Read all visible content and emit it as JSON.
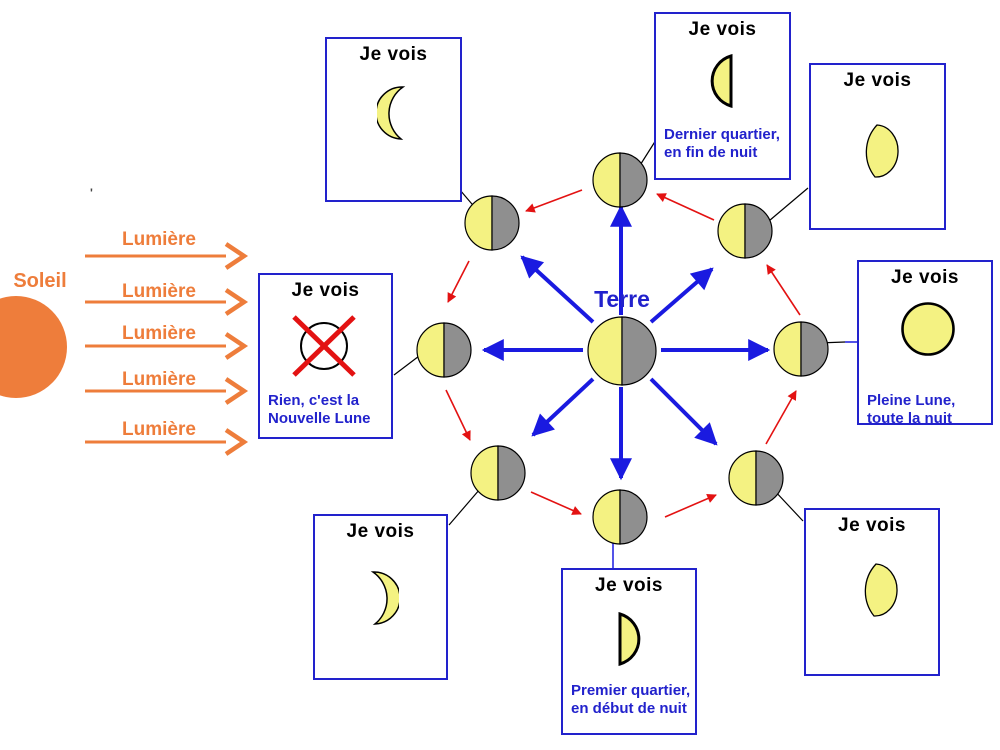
{
  "sun": {
    "label": "Soleil"
  },
  "earth": {
    "label": "Terre"
  },
  "rays": [
    {
      "label": "Lumière"
    },
    {
      "label": "Lumière"
    },
    {
      "label": "Lumière"
    },
    {
      "label": "Lumière"
    },
    {
      "label": "Lumière"
    }
  ],
  "stray_mark": "'",
  "view_boxes": [
    {
      "id": "upper-left",
      "title": "Je vois",
      "phase": "waning-crescent"
    },
    {
      "id": "top",
      "title": "Je vois",
      "phase": "last-quarter",
      "caption_line1": "Dernier quartier,",
      "caption_line2": "en fin de nuit"
    },
    {
      "id": "upper-right",
      "title": "Je vois",
      "phase": "waning-gibbous"
    },
    {
      "id": "right",
      "title": "Je vois",
      "phase": "full-moon",
      "caption_line1": "Pleine Lune,",
      "caption_line2": "toute la nuit"
    },
    {
      "id": "lower-right",
      "title": "Je vois",
      "phase": "waxing-gibbous"
    },
    {
      "id": "bottom",
      "title": "Je vois",
      "phase": "first-quarter",
      "caption_line1": "Premier quartier,",
      "caption_line2": "en début de nuit"
    },
    {
      "id": "lower-left",
      "title": "Je vois",
      "phase": "waxing-crescent"
    },
    {
      "id": "left",
      "title": "Je vois",
      "phase": "new-moon",
      "caption_line1": "Rien, c'est la",
      "caption_line2": "Nouvelle Lune"
    }
  ],
  "colors": {
    "orange": "#EE7D3B",
    "moon_yellow": "#F4F282",
    "moon_gray": "#8F8F8F",
    "box_blue": "#2222CC",
    "arrow_blue": "#1A1AE0",
    "arrow_red": "#E31212",
    "outline_black": "#000000",
    "background": "#FFFFFF"
  }
}
